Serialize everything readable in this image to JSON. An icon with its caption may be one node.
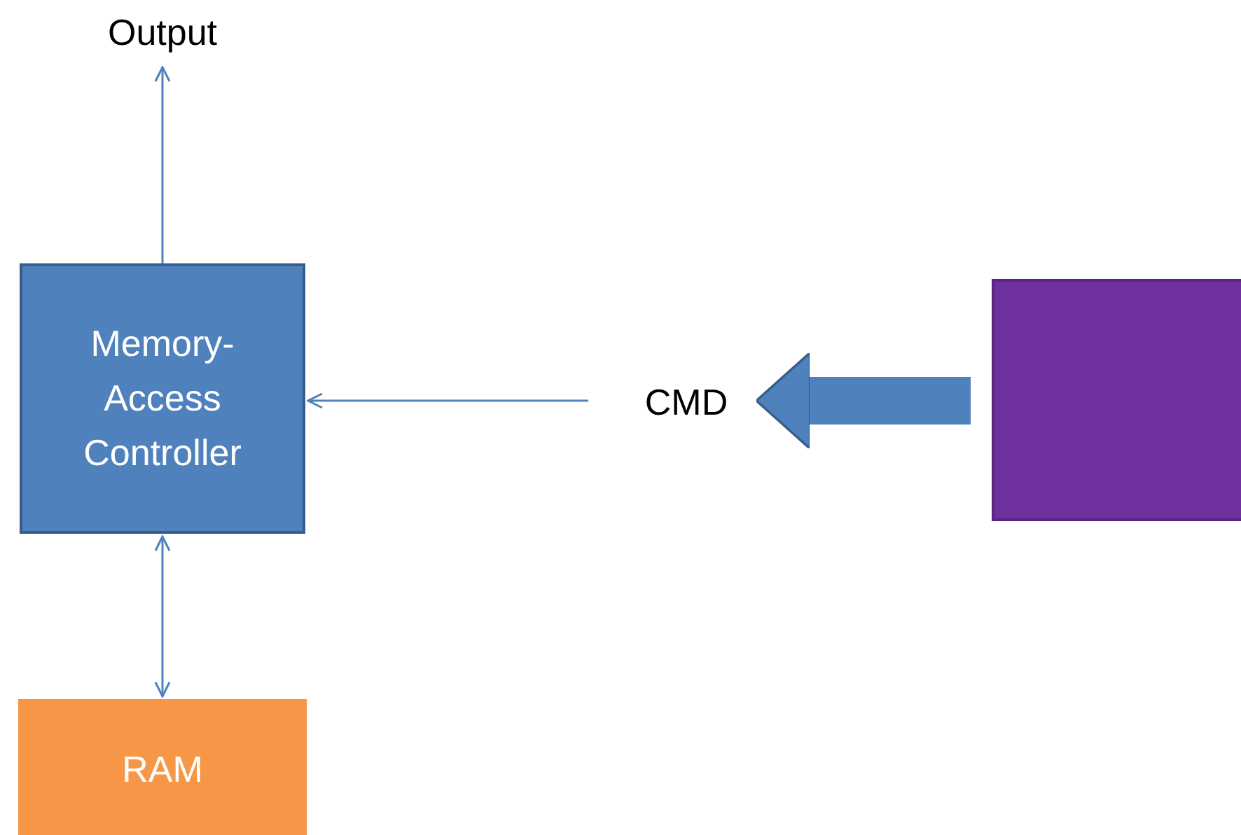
{
  "diagram": {
    "nodes": [
      {
        "text": [
          "Output"
        ]
      },
      {
        "text": [
          "Memory-Access Controller"
        ]
      },
      {
        "text": [
          "RAM"
        ]
      },
      {
        "text": [
          "CMD"
        ]
      },
      {
        "text": [],
        "shape": "box"
      }
    ],
    "edges": [
      {
        "from": 1,
        "to": 0,
        "arrow": "to"
      },
      {
        "from": 3,
        "to": 1,
        "arrow": "to"
      },
      {
        "from": 1,
        "to": 2,
        "arrow": "both"
      },
      {
        "from": 4,
        "to": 3,
        "arrow": "to",
        "style": "thick"
      }
    ]
  }
}
